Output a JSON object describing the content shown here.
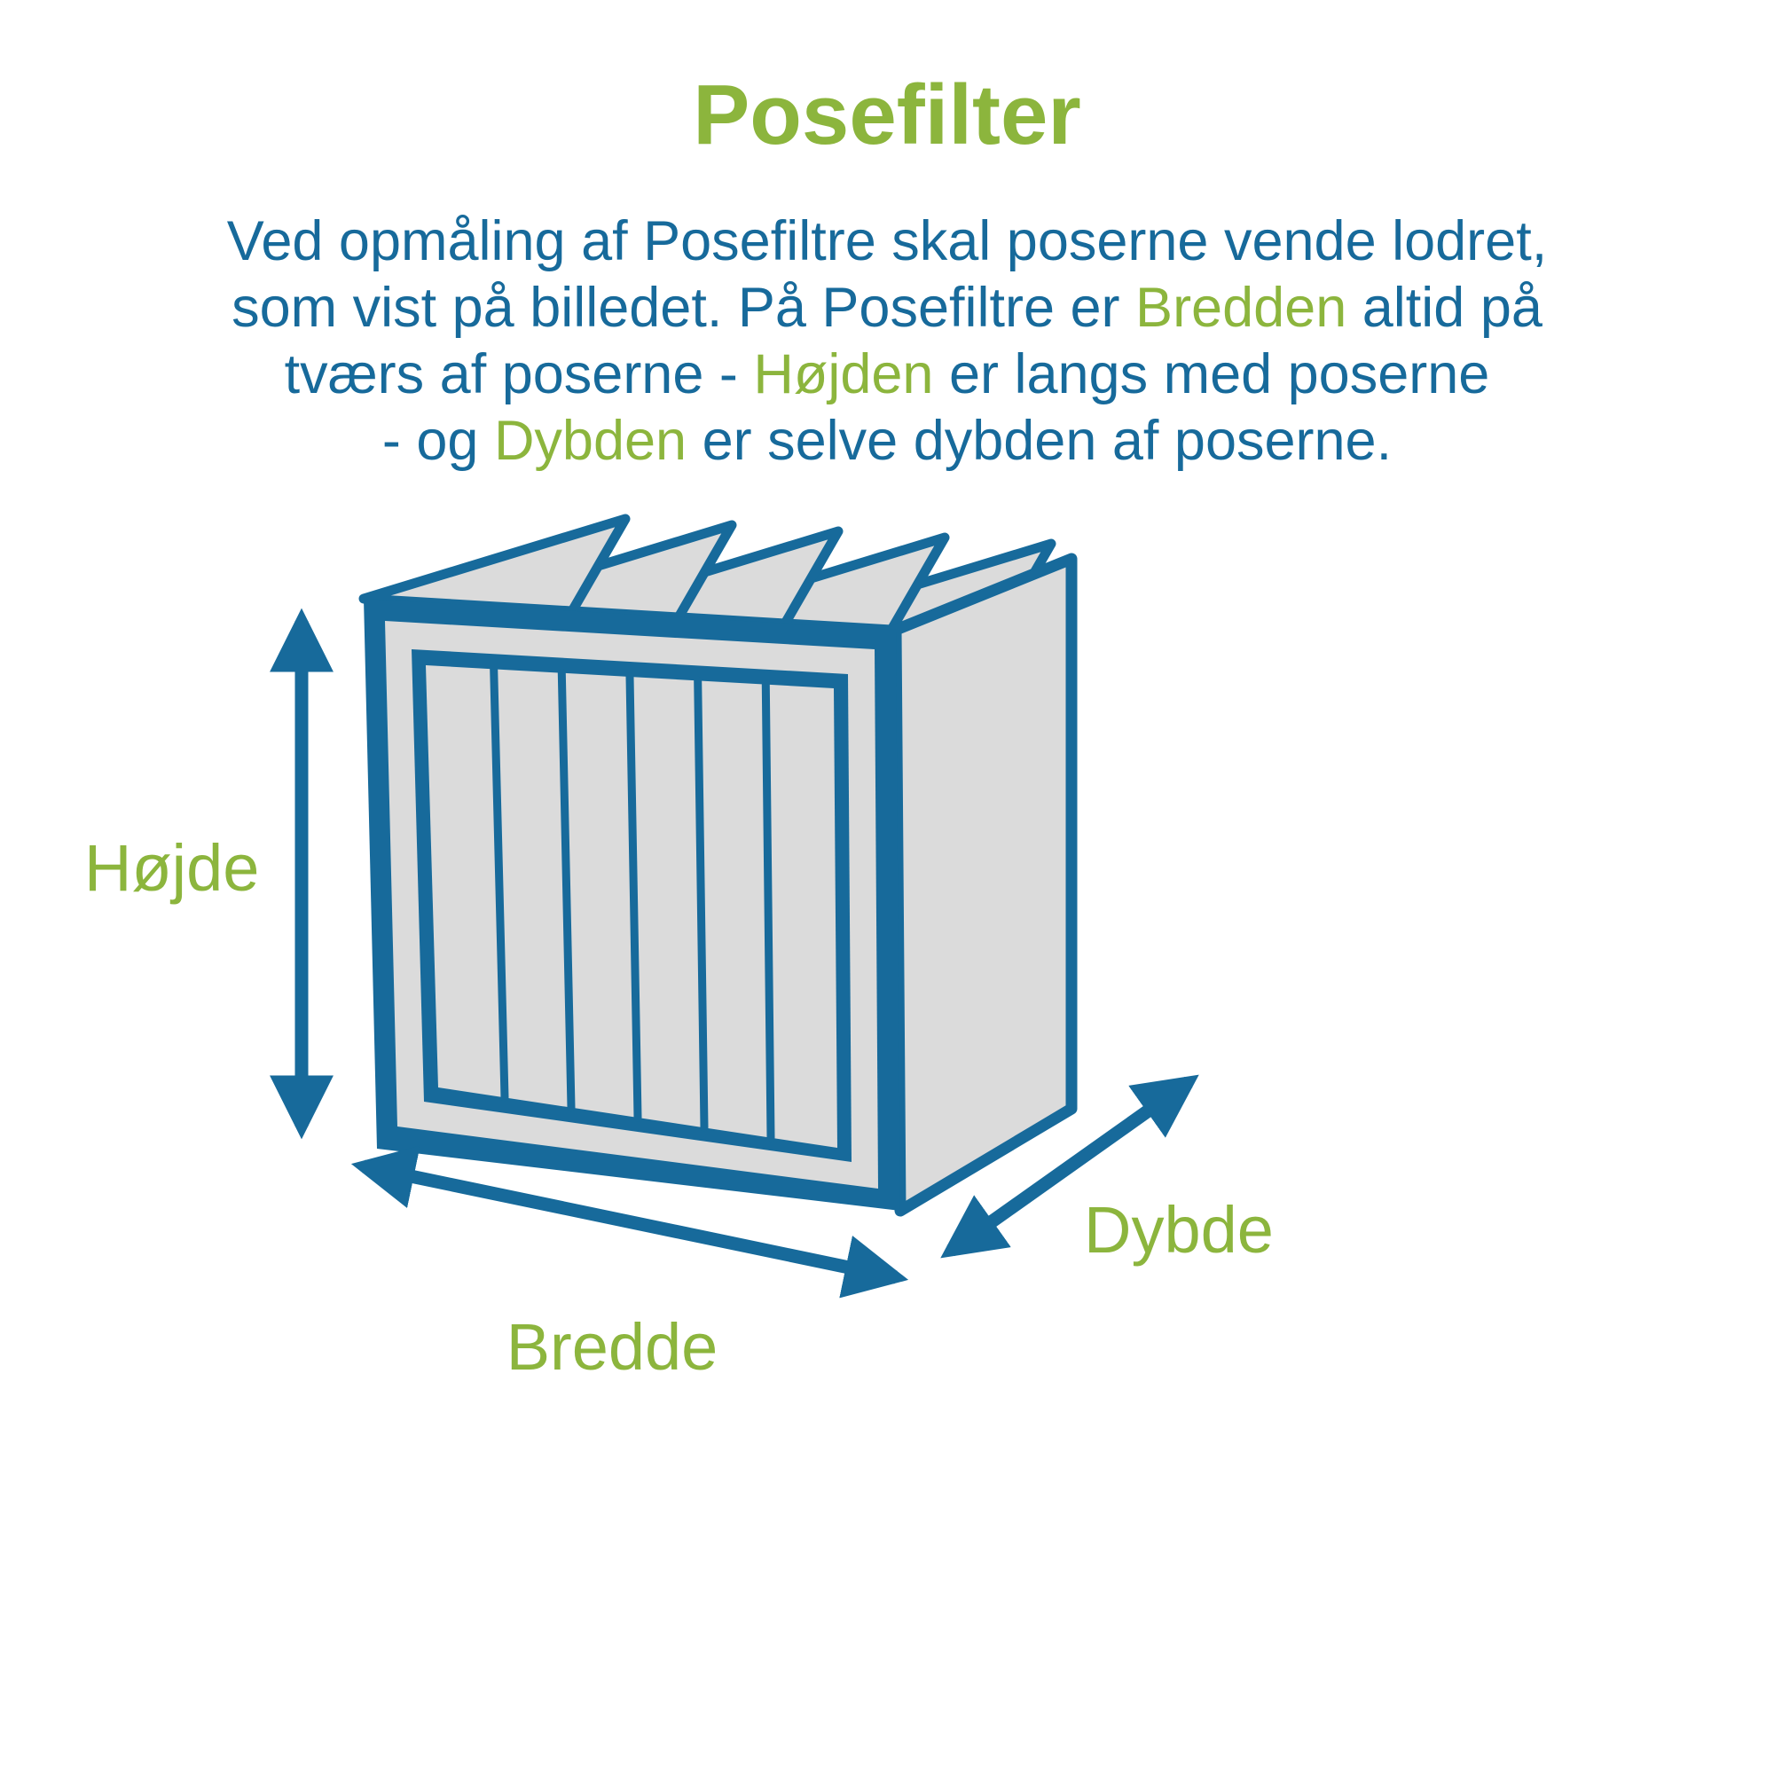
{
  "colors": {
    "blue": "#176A9B",
    "green": "#8CB53D",
    "gray": "#DBDBDB"
  },
  "header": {
    "title": "Posefilter"
  },
  "description": {
    "lines": [
      [
        {
          "text": "Ved opmåling af Posefiltre skal poserne vende lodret,",
          "color": "blue"
        }
      ],
      [
        {
          "text": "som vist på billedet. På Posefiltre er ",
          "color": "blue"
        },
        {
          "text": "Bredden",
          "color": "green"
        },
        {
          "text": " altid på",
          "color": "blue"
        }
      ],
      [
        {
          "text": "tværs af poserne - ",
          "color": "blue"
        },
        {
          "text": "Højden",
          "color": "green"
        },
        {
          "text": " er langs med poserne",
          "color": "blue"
        }
      ],
      [
        {
          "text": "- og ",
          "color": "blue"
        },
        {
          "text": "Dybden",
          "color": "green"
        },
        {
          "text": " er selve dybden af poserne.",
          "color": "blue"
        }
      ]
    ]
  },
  "diagram": {
    "subject": "bag-filter-illustration",
    "labels": {
      "height": "Højde",
      "width": "Bredde",
      "depth": "Dybde"
    }
  }
}
